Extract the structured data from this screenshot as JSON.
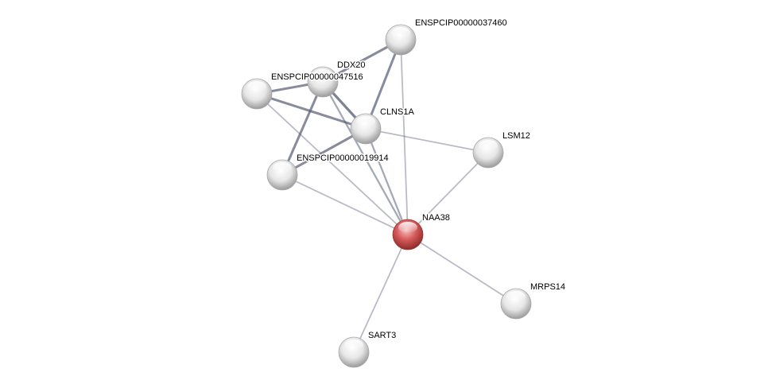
{
  "network": {
    "nodes": [
      {
        "id": "ENSPCIP00000037460",
        "label": "ENSPCIP00000037460",
        "query": false
      },
      {
        "id": "DDX20",
        "label": "DDX20",
        "query": false
      },
      {
        "id": "ENSPCIP00000047516",
        "label": "ENSPCIP00000047516",
        "query": false
      },
      {
        "id": "CLNS1A",
        "label": "CLNS1A",
        "query": false
      },
      {
        "id": "LSM12",
        "label": "LSM12",
        "query": false
      },
      {
        "id": "ENSPCIP00000019914",
        "label": "ENSPCIP00000019914",
        "query": false
      },
      {
        "id": "NAA38",
        "label": "NAA38",
        "query": true
      },
      {
        "id": "MRPS14",
        "label": "MRPS14",
        "query": false
      },
      {
        "id": "SART3",
        "label": "SART3",
        "query": false
      }
    ],
    "edges": [
      {
        "a": "ENSPCIP00000037460",
        "b": "DDX20",
        "strength": 0.8
      },
      {
        "a": "ENSPCIP00000037460",
        "b": "CLNS1A",
        "strength": 0.8
      },
      {
        "a": "ENSPCIP00000037460",
        "b": "NAA38",
        "strength": 0.3
      },
      {
        "a": "ENSPCIP00000047516",
        "b": "DDX20",
        "strength": 0.8
      },
      {
        "a": "ENSPCIP00000047516",
        "b": "CLNS1A",
        "strength": 0.8
      },
      {
        "a": "ENSPCIP00000047516",
        "b": "NAA38",
        "strength": 0.3
      },
      {
        "a": "DDX20",
        "b": "CLNS1A",
        "strength": 0.9
      },
      {
        "a": "DDX20",
        "b": "ENSPCIP00000019914",
        "strength": 0.8
      },
      {
        "a": "DDX20",
        "b": "NAA38",
        "strength": 0.5
      },
      {
        "a": "CLNS1A",
        "b": "ENSPCIP00000019914",
        "strength": 0.8
      },
      {
        "a": "CLNS1A",
        "b": "NAA38",
        "strength": 0.5
      },
      {
        "a": "CLNS1A",
        "b": "LSM12",
        "strength": 0.3
      },
      {
        "a": "ENSPCIP00000019914",
        "b": "NAA38",
        "strength": 0.3
      },
      {
        "a": "LSM12",
        "b": "NAA38",
        "strength": 0.3
      },
      {
        "a": "NAA38",
        "b": "MRPS14",
        "strength": 0.3
      },
      {
        "a": "NAA38",
        "b": "SART3",
        "strength": 0.3
      }
    ],
    "colors": {
      "edge": "#5a6078",
      "node": "#e0e0e0",
      "query_node": "#d04848"
    }
  }
}
